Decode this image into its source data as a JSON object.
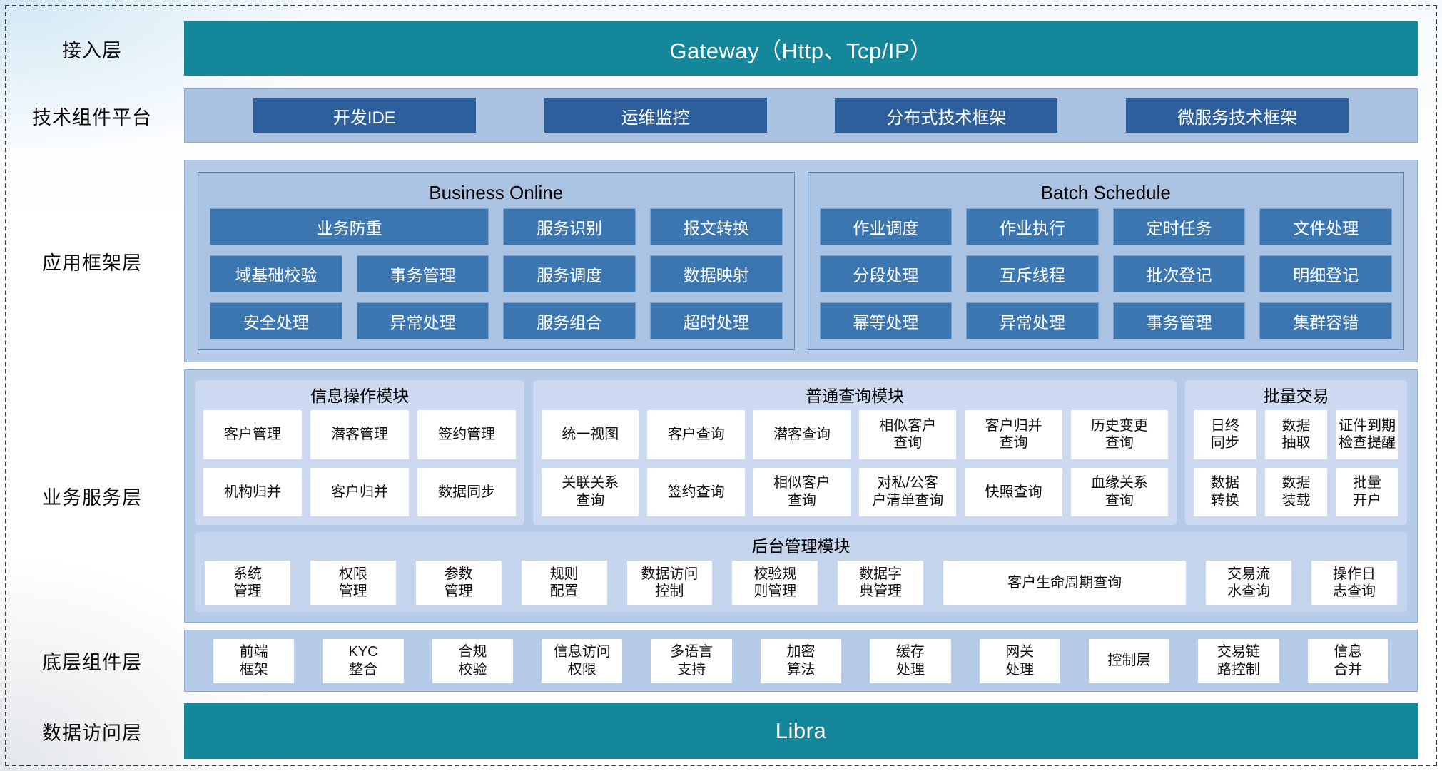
{
  "colors": {
    "teal": "#15879a",
    "dark_blue": "#2d5f9d",
    "mid_blue": "#3c76b0",
    "light_blue_bar": "#a9c2e2",
    "container_blue": "#b6cbe8",
    "panel_blue": "#ccd9f0",
    "card_white": "#ffffff"
  },
  "layers": {
    "access": {
      "label": "接入层",
      "gateway": "Gateway（Http、Tcp/IP）"
    },
    "tech": {
      "label": "技术组件平台",
      "items": [
        "开发IDE",
        "运维监控",
        "分布式技术框架",
        "微服务技术框架"
      ]
    },
    "app": {
      "label": "应用框架层",
      "business_online": {
        "title": "Business Online",
        "buttons": [
          "业务防重",
          "服务识别",
          "报文转换",
          "域基础校验",
          "事务管理",
          "服务调度",
          "数据映射",
          "安全处理",
          "异常处理",
          "服务组合",
          "超时处理"
        ]
      },
      "batch_schedule": {
        "title": "Batch Schedule",
        "buttons": [
          "作业调度",
          "作业执行",
          "定时任务",
          "文件处理",
          "分段处理",
          "互斥线程",
          "批次登记",
          "明细登记",
          "幂等处理",
          "异常处理",
          "事务管理",
          "集群容错"
        ]
      }
    },
    "service": {
      "label": "业务服务层",
      "info_module": {
        "title": "信息操作模块",
        "cards": [
          "客户管理",
          "潜客管理",
          "签约管理",
          "机构归并",
          "客户归并",
          "数据同步"
        ]
      },
      "query_module": {
        "title": "普通查询模块",
        "cards": [
          "统一视图",
          "客户查询",
          "潜客查询",
          "相似客户\n查询",
          "客户归并\n查询",
          "历史变更\n查询",
          "关联关系\n查询",
          "签约查询",
          "相似客户\n查询",
          "对私/公客\n户清单查询",
          "快照查询",
          "血缘关系\n查询"
        ]
      },
      "batch_module": {
        "title": "批量交易",
        "cards": [
          "日终\n同步",
          "数据\n抽取",
          "证件到期\n检查提醒",
          "数据\n转换",
          "数据\n装载",
          "批量\n开户"
        ]
      },
      "admin_module": {
        "title": "后台管理模块",
        "cards": [
          "系统\n管理",
          "权限\n管理",
          "参数\n管理",
          "规则\n配置",
          "数据访问\n控制",
          "校验规\n则管理",
          "数据字\n典管理",
          "客户生命周期查询",
          "交易流\n水查询",
          "操作日\n志查询"
        ]
      }
    },
    "bottom": {
      "label": "底层组件层",
      "cards": [
        "前端\n框架",
        "KYC\n整合",
        "合规\n校验",
        "信息访问\n权限",
        "多语言\n支持",
        "加密\n算法",
        "缓存\n处理",
        "网关\n处理",
        "控制层",
        "交易链\n路控制",
        "信息\n合并"
      ]
    },
    "data_access": {
      "label": "数据访问层",
      "title": "Libra"
    }
  }
}
